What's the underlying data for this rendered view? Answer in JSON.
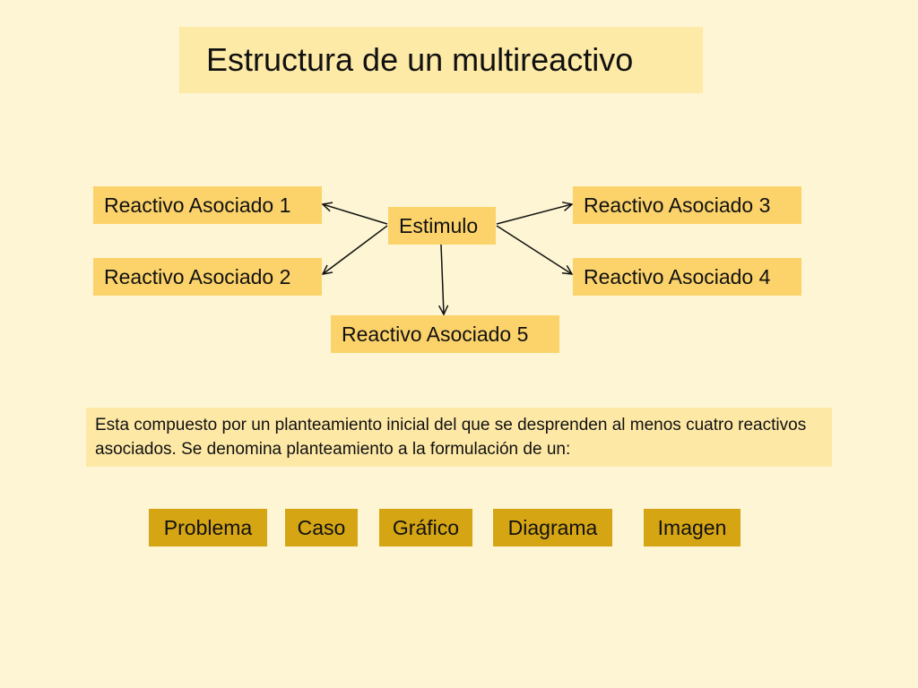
{
  "title": "Estructura de un multireactivo",
  "center": "Estimulo",
  "nodes": [
    "Reactivo Asociado 1",
    "Reactivo Asociado 2",
    "Reactivo Asociado 3",
    "Reactivo Asociado 4",
    "Reactivo Asociado 5"
  ],
  "description": "Esta compuesto por un planteamiento inicial del que se desprenden al menos cuatro reactivos asociados. Se denomina planteamiento a la formulación de un:",
  "options": [
    "Problema",
    "Caso",
    "Gráfico",
    "Diagrama",
    "Imagen"
  ],
  "colors": {
    "background": "#fdf5d3",
    "node": "#fcd36a",
    "option": "#d5a514",
    "title_bg": "#fdeaa6"
  }
}
